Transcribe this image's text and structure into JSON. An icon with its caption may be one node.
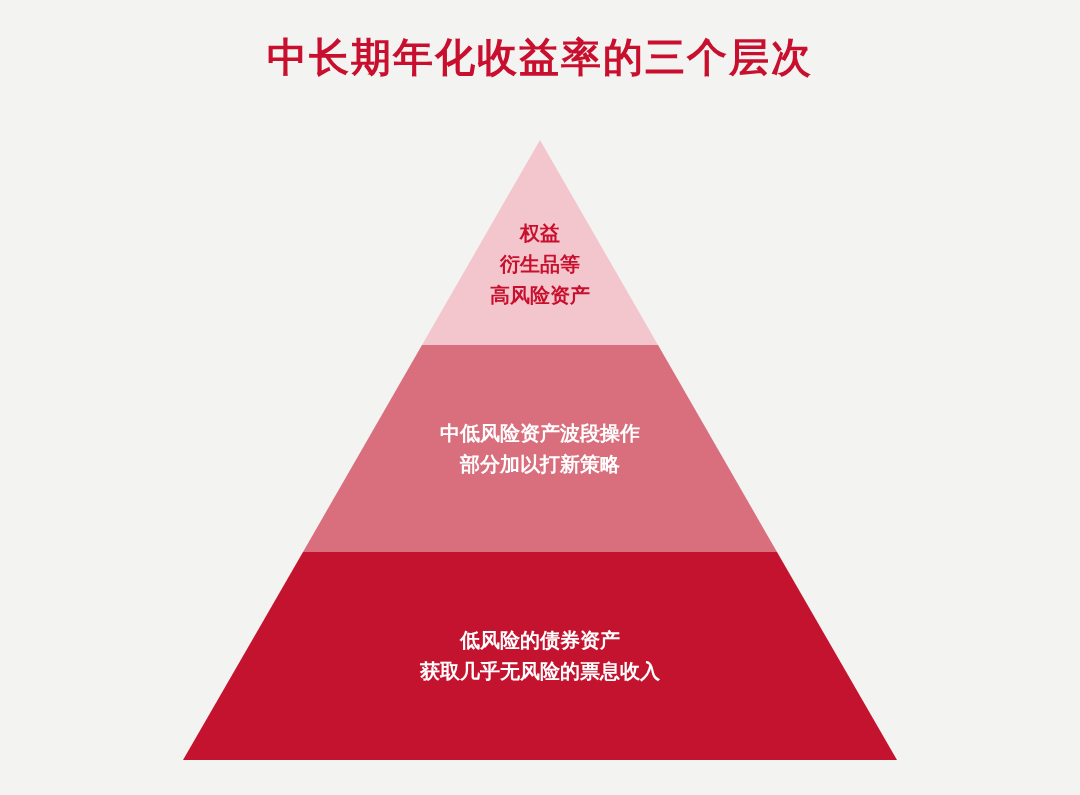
{
  "diagram": {
    "title": "中长期年化收益率的三个层次",
    "nodes": [
      {
        "text": [
          "权益",
          "衍生品等",
          "高风险资产"
        ]
      },
      {
        "text": [
          "中低风险资产波段操作",
          "部分加以打新策略"
        ]
      },
      {
        "text": [
          "低风险的债券资产",
          "获取几乎无风险的票息收入"
        ]
      }
    ]
  }
}
